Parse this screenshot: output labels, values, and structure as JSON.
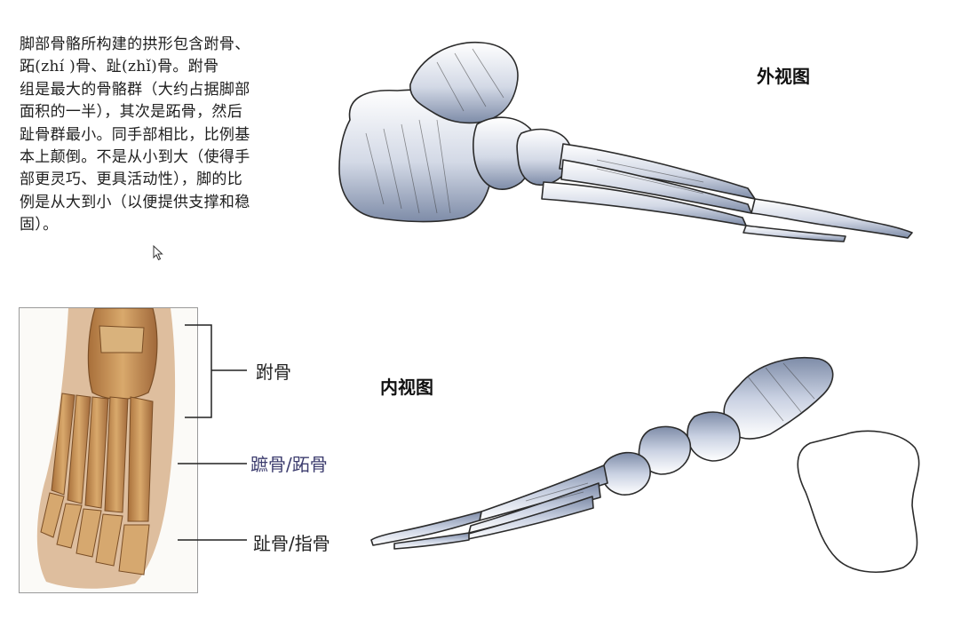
{
  "description": {
    "lines": [
      "脚部骨骼所构建的拱形包含跗骨、",
      "跖(zhí )骨、趾(zhǐ)骨。跗骨",
      "组是最大的骨骼群（大约占据脚部",
      "面积的一半），其次是跖骨，然后",
      "趾骨群最小。同手部相比，比例基",
      "本上颠倒。不是从小到大（使得手",
      "部更灵巧、更具活动性），脚的比",
      "例是从大到小（以便提供支撑和稳",
      "固）。"
    ]
  },
  "views": {
    "lateral": "外视图",
    "medial": "内视图"
  },
  "bone_labels": {
    "tarsal": "跗骨",
    "metatarsal": "蹠骨/跖骨",
    "phalanx": "趾骨/指骨"
  },
  "colors": {
    "bone_shade": "#8a98b4",
    "photo_bone": "#c9965c",
    "metatarsal_label": "#3c3c6e"
  }
}
